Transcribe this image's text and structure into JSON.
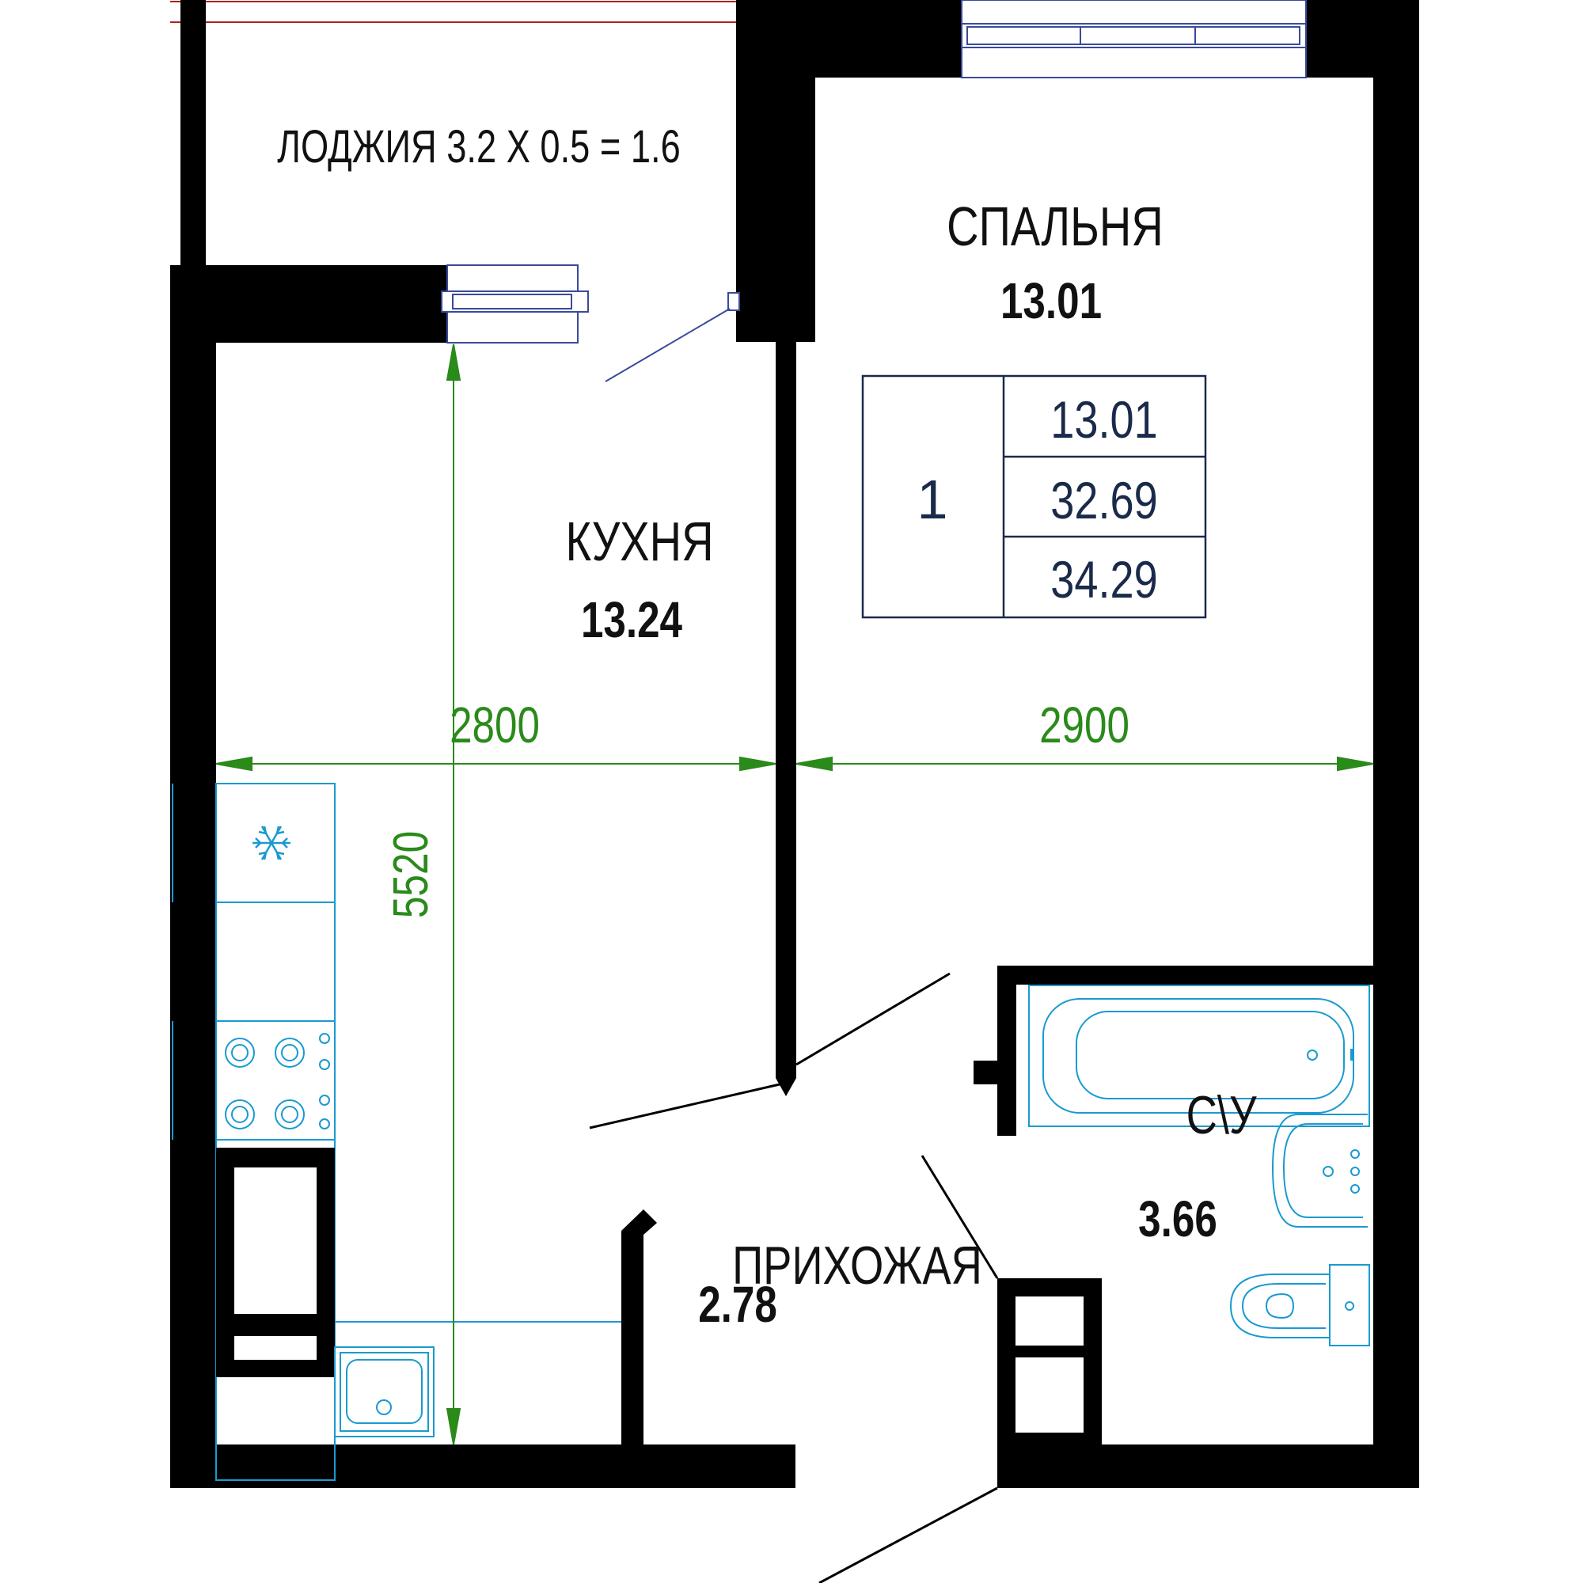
{
  "rooms": {
    "loggia": {
      "label": "ЛОДЖИЯ 3.2 X 0.5 = 1.6"
    },
    "bedroom": {
      "name": "СПАЛЬНЯ",
      "area": "13.01"
    },
    "kitchen": {
      "name": "КУХНЯ",
      "area": "13.24"
    },
    "hallway": {
      "name": "ПРИХОЖАЯ",
      "area": "2.78"
    },
    "bathroom": {
      "name": "С\\У",
      "area": "3.66"
    }
  },
  "summary_table": {
    "rooms_count": "1",
    "living_area": "13.01",
    "total_area": "32.69",
    "total_with_loggia": "34.29"
  },
  "dimensions": {
    "kitchen_width": "2800",
    "bedroom_width": "2900",
    "length": "5520"
  },
  "colors": {
    "walls": "#000000",
    "windows": "#3a4a9a",
    "fixtures": "#1a9ad0",
    "dimensions": "#2a8a1a",
    "table": "#1a2a4a"
  },
  "icons": {
    "fridge": "snowflake-icon",
    "stove": "stove-burners-icon",
    "sink": "sink-icon",
    "bathtub": "bathtub-icon",
    "washbasin": "washbasin-icon",
    "toilet": "toilet-icon"
  }
}
